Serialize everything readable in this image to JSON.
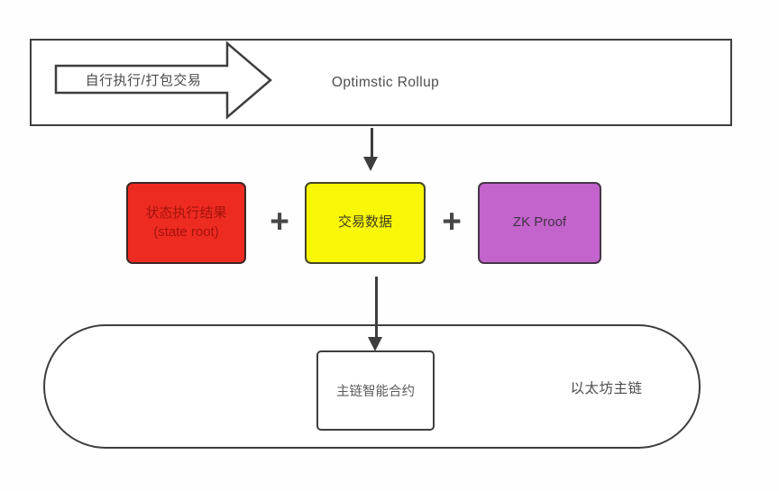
{
  "colors": {
    "outline": "#3e3e3e",
    "red_fill": "#ee2b21",
    "red_text": "#a3140c",
    "yellow_fill": "#f8f707",
    "yellow_text": "#41401f",
    "purple_fill": "#c364cc",
    "purple_text": "#413243"
  },
  "top_banner": {
    "process_label": "自行执行/打包交易",
    "title": "Optimstic Rollup"
  },
  "middle": {
    "plus": "+",
    "boxes": [
      {
        "label": "状态执行结果",
        "sublabel": "(state root)"
      },
      {
        "label": "交易数据"
      },
      {
        "label": "ZK Proof"
      }
    ]
  },
  "bottom": {
    "contract_label": "主链智能合约",
    "chain_label": "以太坊主链"
  }
}
